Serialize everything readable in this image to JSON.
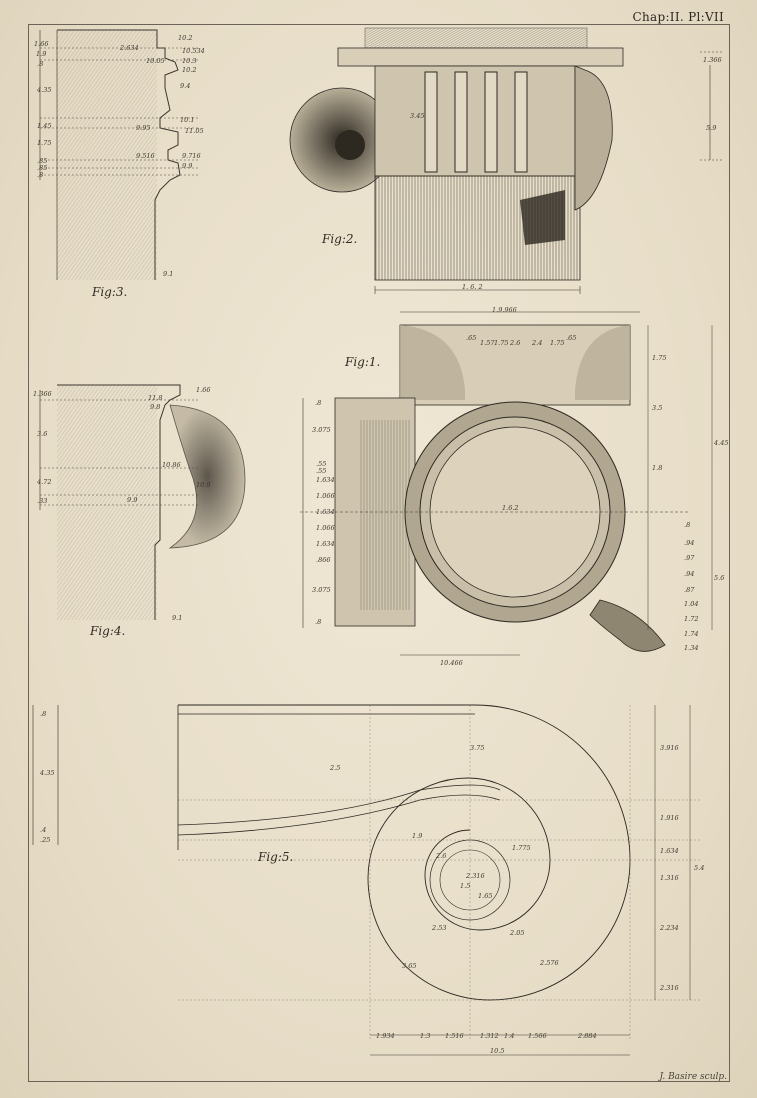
{
  "header": {
    "chapter_plate": "Chap:II. Pl:VII"
  },
  "engraver": {
    "signature": "J. Basire sculp."
  },
  "figures": {
    "fig1": {
      "label": "Fig:1."
    },
    "fig2": {
      "label": "Fig:2."
    },
    "fig3": {
      "label": "Fig:3."
    },
    "fig4": {
      "label": "Fig:4."
    },
    "fig5": {
      "label": "Fig:5."
    }
  },
  "fig3_dims": {
    "left": [
      "1.66",
      "1.9",
      ".8",
      "4.35",
      "1.45",
      "1.75",
      ".85",
      ".85",
      ".8"
    ],
    "right": [
      "10.2",
      "10.534",
      "10.3",
      "10.2",
      "9.4",
      "10.1",
      "11.05",
      "9.716",
      "9.9",
      "9.1"
    ],
    "inner": [
      "2.634",
      "10.05",
      "9.95",
      "9.516"
    ]
  },
  "fig4_dims": {
    "left": [
      "1.366",
      "3.6",
      "4.72",
      ".33"
    ],
    "right": [
      "11.8",
      "9.8",
      "10.86",
      "10.9",
      "9.1",
      "1.66"
    ],
    "inner": [
      "9.9"
    ]
  },
  "fig2_dims": {
    "bottom": "1. 6. 2",
    "right": [
      "1.366",
      "5.9"
    ],
    "inner": "3.45"
  },
  "fig1_dims": {
    "top": "1.9.966",
    "left": [
      ".8",
      "3.075",
      ".55",
      ".55",
      "1.634",
      "1.066",
      "1.634",
      "1.066",
      "1.634",
      ".866",
      "3.075",
      ".8"
    ],
    "right": [
      "1.75",
      "3.5",
      "1.8",
      ".8",
      ".94",
      ".97",
      ".94",
      ".87",
      "1.04",
      "1.72",
      "1.74",
      "1.34"
    ],
    "vertical": [
      "4.45",
      "5.6"
    ],
    "center": "1.6.2",
    "bottom": "10.466",
    "top_small": [
      ".65",
      "1.57",
      "1.75",
      "2.6",
      "2.4",
      "1.75",
      ".65"
    ]
  },
  "fig5_dims": {
    "left": [
      ".8",
      "4.35",
      ".4",
      ".25"
    ],
    "spiral": [
      "3.75",
      "2.5",
      "1.9",
      "1.775",
      "2.6",
      "2.05",
      "3.65",
      "2.576",
      "2.53",
      "1.5",
      "1.65",
      "2.316"
    ],
    "right": [
      "3.916",
      "1.916",
      "1.634",
      "1.316",
      "2.234",
      "2.316",
      "5.4"
    ],
    "bottom": [
      "1.934",
      "1.3",
      "1.516",
      "1.312",
      "1.4",
      "1.566",
      "2.884"
    ],
    "total": "10.5"
  }
}
